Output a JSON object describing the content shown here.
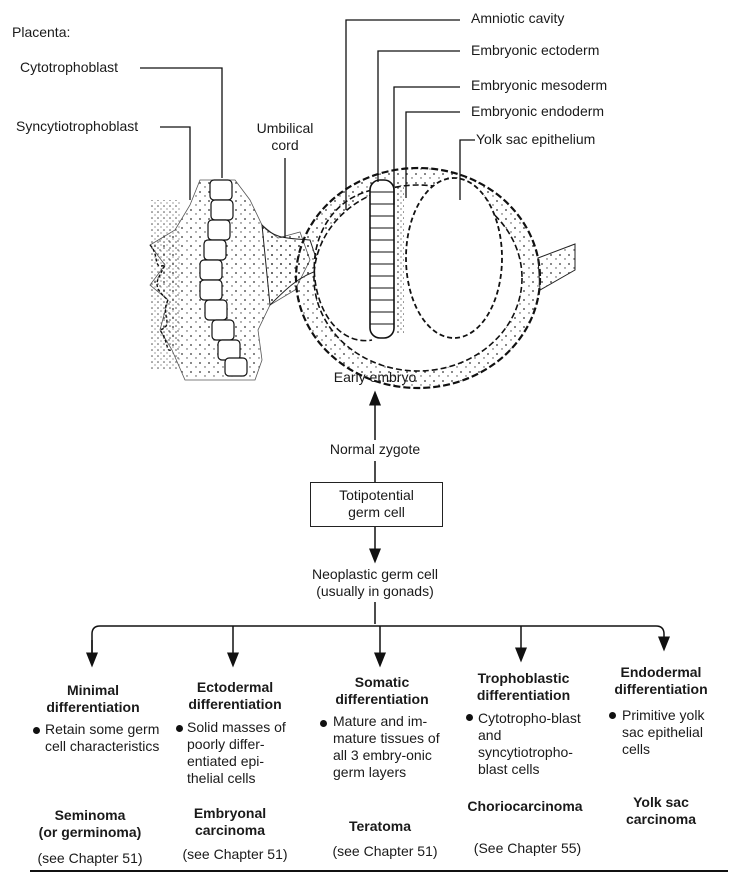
{
  "placenta": {
    "heading": "Placenta:",
    "cytotrophoblast": "Cytotrophoblast",
    "syncytiotrophoblast": "Syncytiotrophoblast"
  },
  "umbilical_cord": "Umbilical\ncord",
  "embryo_labels": {
    "amniotic_cavity": "Amniotic cavity",
    "embryonic_ectoderm": "Embryonic ectoderm",
    "embryonic_mesoderm": "Embryonic mesoderm",
    "embryonic_endoderm": "Embryonic endoderm",
    "yolk_sac_epithelium": "Yolk sac epithelium"
  },
  "early_embryo": "Early embryo",
  "normal_zygote": "Normal zygote",
  "germ_cell_box": "Totipotential\ngerm cell",
  "neoplastic": "Neoplastic germ cell\n(usually in gonads)",
  "columns": [
    {
      "title": "Minimal\ndifferentiation",
      "bullet": "Retain some germ cell characteristics",
      "tumor": "Seminoma\n(or germinoma)",
      "ref": "(see Chapter 51)"
    },
    {
      "title": "Ectodermal\ndifferentiation",
      "bullet": "Solid masses of poorly differ-entiated epi-thelial cells",
      "tumor": "Embryonal\ncarcinoma",
      "ref": "(see Chapter 51)"
    },
    {
      "title": "Somatic\ndifferentiation",
      "bullet": "Mature and im-mature tissues of all 3 embry-onic germ layers",
      "tumor": "Teratoma",
      "ref": "(see Chapter 51)"
    },
    {
      "title": "Trophoblastic\ndifferentiation",
      "bullet": "Cytotropho-blast and syncytiotropho-blast cells",
      "tumor": "Choriocarcinoma",
      "ref": "(See Chapter 55)"
    },
    {
      "title": "Endodermal\ndifferentiation",
      "bullet": "Primitive yolk sac epithelial cells",
      "tumor": "Yolk sac\ncarcinoma",
      "ref": ""
    }
  ]
}
